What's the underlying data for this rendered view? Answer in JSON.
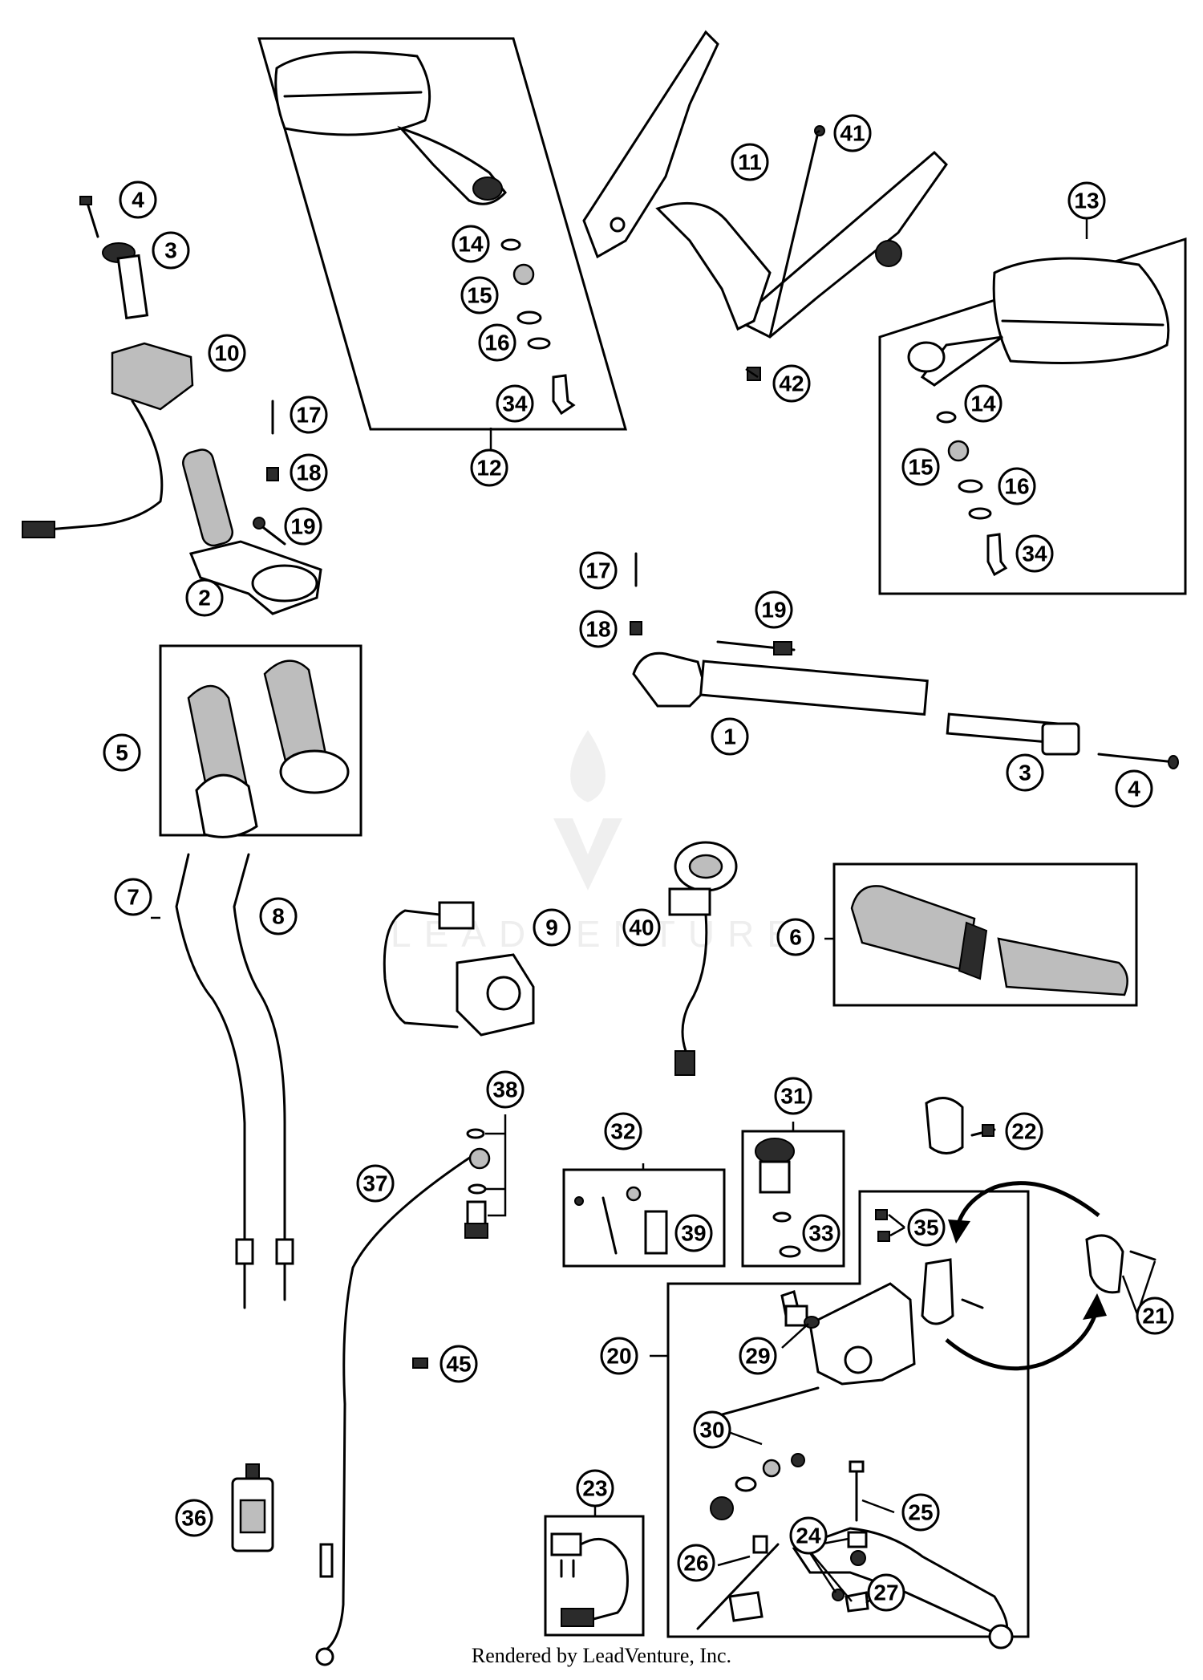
{
  "footer": {
    "credit": "Rendered by LeadVenture, Inc."
  },
  "watermark": {
    "text": "LEADVENTURE"
  },
  "callouts": [
    {
      "id": "c1",
      "label": "1"
    },
    {
      "id": "c2",
      "label": "2"
    },
    {
      "id": "c3a",
      "label": "3"
    },
    {
      "id": "c3b",
      "label": "3"
    },
    {
      "id": "c4a",
      "label": "4"
    },
    {
      "id": "c4b",
      "label": "4"
    },
    {
      "id": "c5",
      "label": "5"
    },
    {
      "id": "c6",
      "label": "6"
    },
    {
      "id": "c7",
      "label": "7"
    },
    {
      "id": "c8",
      "label": "8"
    },
    {
      "id": "c9",
      "label": "9"
    },
    {
      "id": "c10",
      "label": "10"
    },
    {
      "id": "c11",
      "label": "11"
    },
    {
      "id": "c12",
      "label": "12"
    },
    {
      "id": "c13",
      "label": "13"
    },
    {
      "id": "c14a",
      "label": "14"
    },
    {
      "id": "c14b",
      "label": "14"
    },
    {
      "id": "c15a",
      "label": "15"
    },
    {
      "id": "c15b",
      "label": "15"
    },
    {
      "id": "c16a",
      "label": "16"
    },
    {
      "id": "c16b",
      "label": "16"
    },
    {
      "id": "c17a",
      "label": "17"
    },
    {
      "id": "c17b",
      "label": "17"
    },
    {
      "id": "c18a",
      "label": "18"
    },
    {
      "id": "c18b",
      "label": "18"
    },
    {
      "id": "c19a",
      "label": "19"
    },
    {
      "id": "c19b",
      "label": "19"
    },
    {
      "id": "c20",
      "label": "20"
    },
    {
      "id": "c21",
      "label": "21"
    },
    {
      "id": "c22",
      "label": "22"
    },
    {
      "id": "c23",
      "label": "23"
    },
    {
      "id": "c24",
      "label": "24"
    },
    {
      "id": "c25",
      "label": "25"
    },
    {
      "id": "c26",
      "label": "26"
    },
    {
      "id": "c27",
      "label": "27"
    },
    {
      "id": "c29",
      "label": "29"
    },
    {
      "id": "c30",
      "label": "30"
    },
    {
      "id": "c31",
      "label": "31"
    },
    {
      "id": "c32",
      "label": "32"
    },
    {
      "id": "c33",
      "label": "33"
    },
    {
      "id": "c34a",
      "label": "34"
    },
    {
      "id": "c34b",
      "label": "34"
    },
    {
      "id": "c35",
      "label": "35"
    },
    {
      "id": "c36",
      "label": "36"
    },
    {
      "id": "c37",
      "label": "37"
    },
    {
      "id": "c38",
      "label": "38"
    },
    {
      "id": "c39",
      "label": "39"
    },
    {
      "id": "c40",
      "label": "40"
    },
    {
      "id": "c41",
      "label": "41"
    },
    {
      "id": "c42",
      "label": "42"
    },
    {
      "id": "c45",
      "label": "45"
    }
  ]
}
